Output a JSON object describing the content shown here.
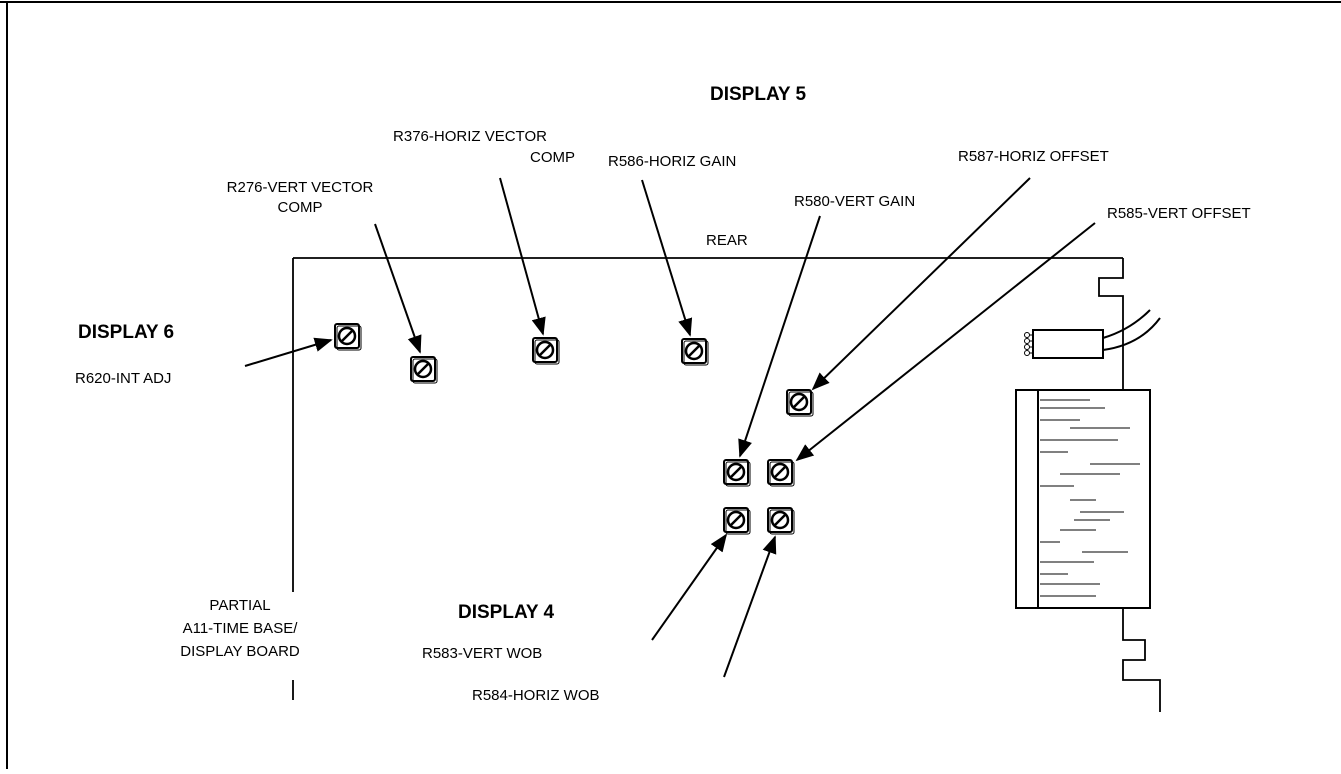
{
  "diagram": {
    "headers": {
      "display5": "DISPLAY 5",
      "display6": "DISPLAY 6",
      "display4": "DISPLAY 4"
    },
    "board_edge_label": "REAR",
    "board_label": {
      "line1": "PARTIAL",
      "line2": "A11-TIME BASE/",
      "line3": "DISPLAY BOARD"
    },
    "labels": {
      "r376": {
        "line1": "R376-HORIZ VECTOR",
        "line2": "COMP"
      },
      "r276": {
        "line1": "R276-VERT VECTOR",
        "line2": "COMP"
      },
      "r586": "R586-HORIZ GAIN",
      "r587": "R587-HORIZ OFFSET",
      "r580": "R580-VERT GAIN",
      "r585": "R585-VERT OFFSET",
      "r620": "R620-INT ADJ",
      "r583": "R583-VERT WOB",
      "r584": "R584-HORIZ WOB"
    }
  }
}
